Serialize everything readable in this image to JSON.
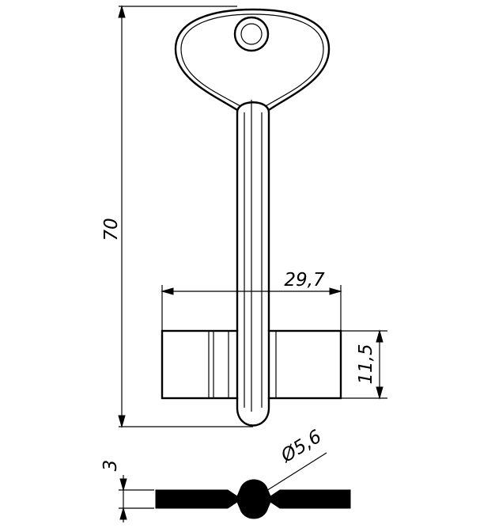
{
  "diagram": {
    "labels": {
      "overall_length": "70",
      "bit_width": "29,7",
      "bit_height": "11,5",
      "shank_diameter": "Ø5,6",
      "thickness": "3"
    }
  }
}
